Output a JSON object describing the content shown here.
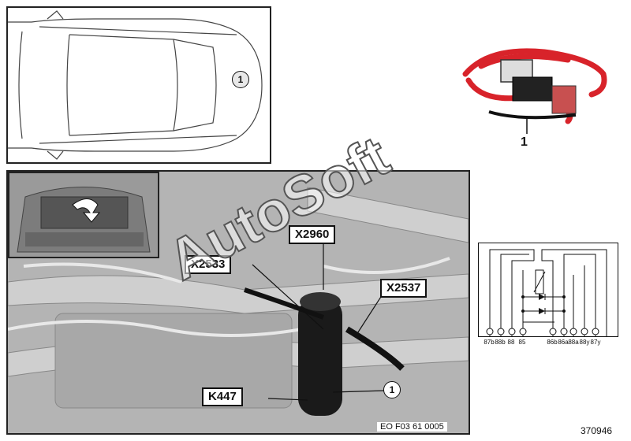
{
  "car_view": {
    "position_marker": "1"
  },
  "photo": {
    "labels": {
      "x2960": "X2960",
      "x2533": "X2533",
      "x2537": "X2537",
      "k447": "K447"
    },
    "position_marker": "1",
    "reference_code": "EO F03 61 0005"
  },
  "part": {
    "number": "1"
  },
  "watermark": "AutoSoft",
  "schematic": {
    "pins": [
      "87b",
      "88b",
      "88",
      "85",
      "86b",
      "86a",
      "88a",
      "88y",
      "87y"
    ]
  },
  "diagram_id": "370946",
  "colors": {
    "cable_red": "#d8232a",
    "frame": "#111111",
    "photo_bg": "#b9b9b9"
  }
}
